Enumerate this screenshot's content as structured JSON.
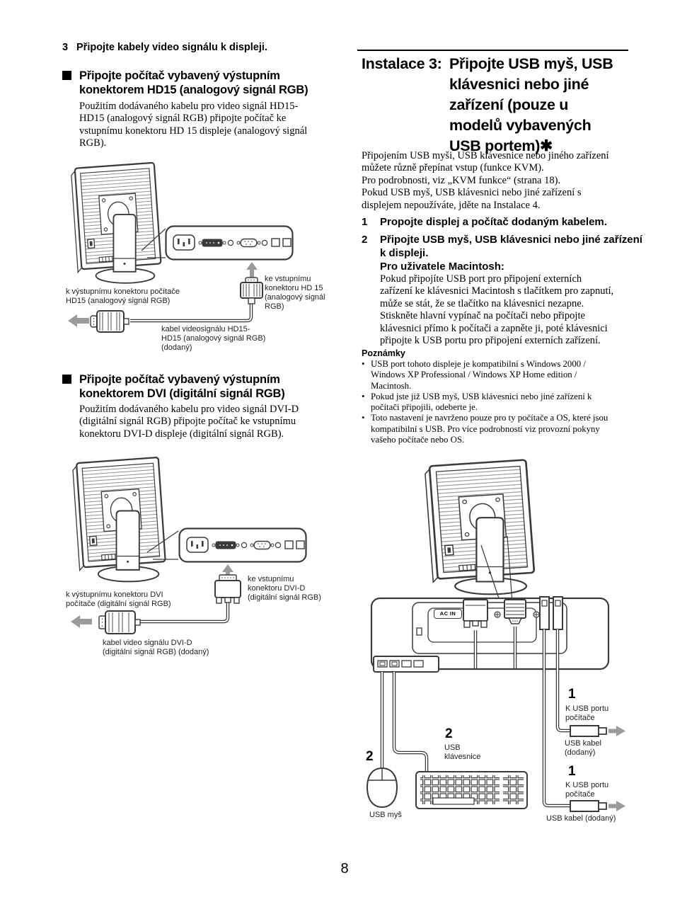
{
  "page": {
    "number": "8"
  },
  "colors": {
    "line": "#3a3a3a",
    "arrow": "#9b9b9b"
  },
  "left_column": {
    "step3": {
      "num": "3",
      "text": "Připojte kabely video signálu k displeji."
    },
    "section_hd15": {
      "heading": "Připojte počítač vybavený výstupním\nkonektorem HD15 (analogový signál RGB)",
      "body": "Použitím dodávaného kabelu pro video signál HD15-\nHD15 (analogový signál RGB) připojte počítač ke\nvstupnímu konektoru HD 15 displeje (analogový signál\nRGB).",
      "diagram": {
        "label_input": "ke vstupnímu\nkonektoru HD 15\n(analogový signál\nRGB)",
        "label_output": "k výstupnímu konektoru počítače\nHD15 (analogový signál RGB)",
        "label_cable": "kabel videosignálu HD15-\nHD15 (analogový signál RGB)\n(dodaný)"
      }
    },
    "section_dvi": {
      "heading": "Připojte počítač vybavený výstupním\nkonektorem DVI (digitální signál RGB)",
      "body": "Použitím dodávaného kabelu pro video signál DVI-D\n(digitální signál RGB) připojte počítač ke vstupnímu\nkonektoru DVI-D displeje (digitální signál RGB).",
      "diagram": {
        "label_input": "ke vstupnímu\nkonektoru DVI-D\n(digitální signál RGB)",
        "label_output": "k výstupnímu konektoru DVI\npočítače (digitální signál RGB)",
        "label_cable": "kabel video signálu DVI-D\n(digitální signál RGB) (dodaný)"
      }
    }
  },
  "right_column": {
    "title_prefix": "Instalace 3:",
    "title_rest": "Připojte USB myš, USB\nklávesnici nebo jiné\nzařízení (pouze u\nmodelů vybavených\nUSB portem)✱",
    "intro": "Připojením USB myši, USB klávesnice nebo jiného zařízení\nmůžete různě přepínat vstup (funkce KVM).\nPro podrobnosti, viz „KVM funkce“ (strana 18).\nPokud USB myš, USB klávesnici nebo jiné zařízení s\ndisplejem nepoužíváte, jděte na Instalace 4.",
    "steps": [
      {
        "num": "1",
        "text": "Propojte displej a počítač dodaným kabelem."
      },
      {
        "num": "2",
        "text": "Připojte USB myš, USB klávesnici nebo jiné zařízení\nk displeji."
      }
    ],
    "mac_heading": "Pro uživatele Macintosh:",
    "mac_body": "Pokud připojíte USB port pro připojení externích\nzařízení ke klávesnici Macintosh s tlačítkem pro zapnutí,\nmůže se stát, že se tlačítko na klávesnici nezapne.\nStiskněte hlavní vypínač na počítači nebo připojte\nklávesnici přímo k počítači a zapněte ji, poté klávesnici\npřipojte k USB portu pro připojení externích zařízení.",
    "notes_heading": "Poznámky",
    "notes": [
      "USB port tohoto displeje je kompatibilní s Windows 2000 /\nWindows XP Professional / Windows XP Home edition /\nMacintosh.",
      "Pokud jste již USB myš, USB klávesnici nebo jiné zařízení k\npočítači připojili, odeberte je.",
      "Toto nastavení je navrženo pouze pro ty počítače a OS, které jsou\nkompatibilní s USB. Pro více podrobností viz provozní pokyny\nvašeho počítače nebo OS."
    ],
    "diagram": {
      "ac_in": "AC IN",
      "num1": "1",
      "num2": "2",
      "label_usb_port": "K USB portu\npočítače",
      "label_usb_cable_2l": "USB kabel\n(dodaný)",
      "label_usb_cable_1l": "USB kabel (dodaný)",
      "label_keyboard": "USB\nklávesnice",
      "label_mouse": "USB myš"
    }
  }
}
